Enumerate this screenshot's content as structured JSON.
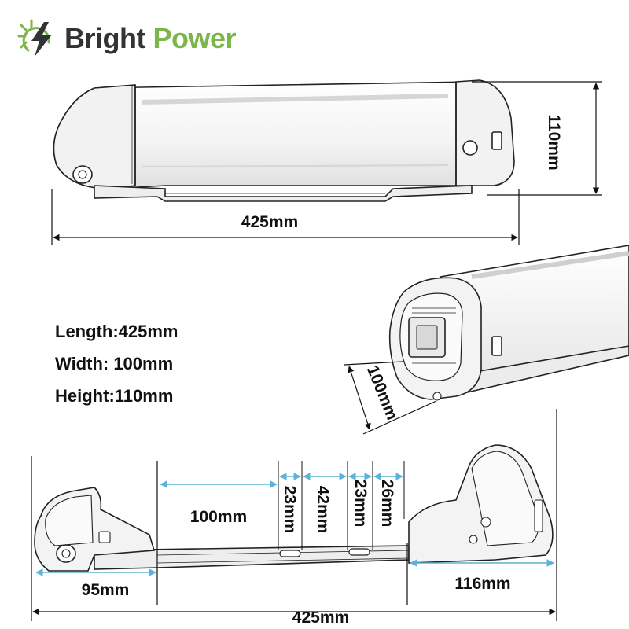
{
  "brand": {
    "word1": "Bright",
    "word2": "Power",
    "accent_color": "#7ab648",
    "text_color": "#333333",
    "icon": "lightning-bulb-icon"
  },
  "specs": {
    "length": "Length:425mm",
    "width": "Width: 100mm",
    "height": "Height:110mm"
  },
  "top_view": {
    "length_label": "425mm",
    "height_label": "110mm"
  },
  "end_view": {
    "width_label": "100mm"
  },
  "bracket_view": {
    "left_cap_label": "95mm",
    "span_label": "100mm",
    "slot1_label": "23mm",
    "gap_label": "42mm",
    "slot2_label": "23mm",
    "edge_label": "26mm",
    "right_cap_label": "116mm",
    "total_label": "425mm",
    "arrow_color": "#5bb3d8"
  }
}
